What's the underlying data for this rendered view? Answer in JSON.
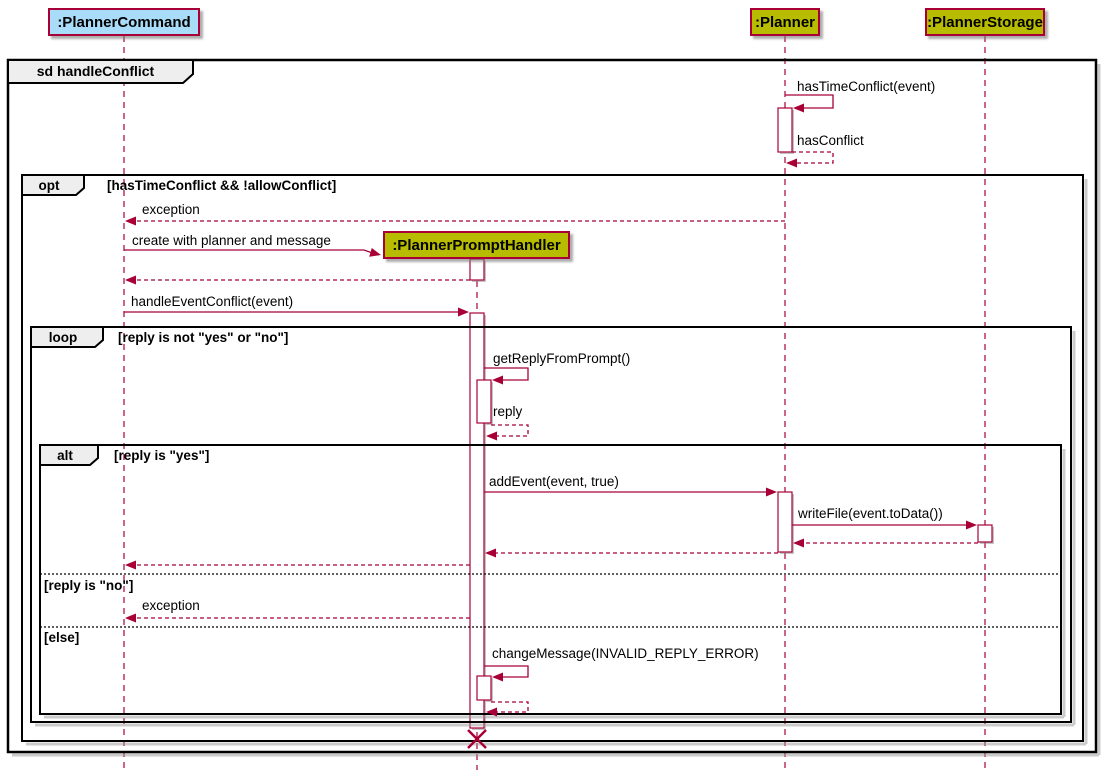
{
  "diagram_type": "uml-sequence-diagram",
  "frames": {
    "sd": {
      "label": "sd handleConflict"
    },
    "opt": {
      "operator": "opt",
      "guard": "[hasTimeConflict && !allowConflict]"
    },
    "loop": {
      "operator": "loop",
      "guard": "[reply is not \"yes\" or \"no\"]"
    },
    "alt": {
      "operator": "alt",
      "guard": "[reply is \"yes\"]",
      "divider1": "[reply is \"no\"]",
      "divider2": "[else]"
    }
  },
  "participants": {
    "planner_command": {
      "label": ":PlannerCommand",
      "fill": "#A9DCF8"
    },
    "planner": {
      "label": ":Planner",
      "fill": "#B8BC00"
    },
    "planner_storage": {
      "label": ":PlannerStorage",
      "fill": "#B8BC00"
    },
    "planner_prompt_handler": {
      "label": ":PlannerPromptHandler",
      "fill": "#B8BC00"
    }
  },
  "messages": {
    "has_time_conflict": "hasTimeConflict(event)",
    "has_conflict": "hasConflict",
    "exception_opt": "exception",
    "create_handler": "create with planner and message",
    "handle_event_conflict": "handleEventConflict(event)",
    "get_reply_from_prompt": "getReplyFromPrompt()",
    "reply": "reply",
    "add_event": "addEvent(event, true)",
    "write_file": "writeFile(event.toData())",
    "exception_alt": "exception",
    "change_message": "changeMessage(INVALID_REPLY_ERROR)"
  },
  "colors": {
    "line_crimson": "#A80036",
    "frame_border": "#000000",
    "frame_tab_fill": "#EEEEEE",
    "participant_blue": "#A9DCF8",
    "participant_yellow": "#B8BC00"
  }
}
